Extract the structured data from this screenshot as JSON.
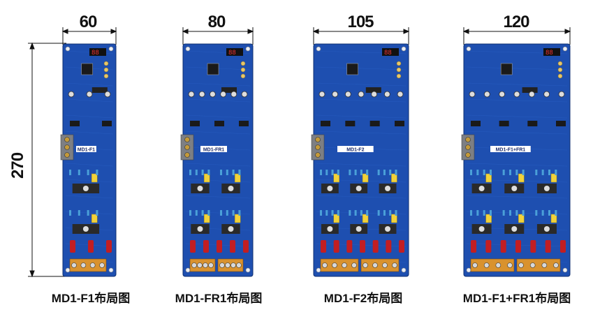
{
  "height_label": "270",
  "boards": [
    {
      "width_label": "60",
      "caption": "MD1-F1布局图",
      "board_tag": "MD1-F1"
    },
    {
      "width_label": "80",
      "caption": "MD1-FR1布局图",
      "board_tag": "MD1-FR1"
    },
    {
      "width_label": "105",
      "caption": "MD1-F2布局图",
      "board_tag": "MD1-F2"
    },
    {
      "width_label": "120",
      "caption": "MD1-F1+FR1布局图",
      "board_tag": "MD1-F1+FR1"
    }
  ],
  "colors": {
    "pcb": "#1e4fb0",
    "pcb_dark": "#173f92",
    "pcb_light": "#2b63c8",
    "capacitor_yellow": "#f1d23a",
    "capacitor_red": "#c21e22",
    "terminal_orange": "#d9922e",
    "terminal_gray": "#7d7f83",
    "heatsink": "#2a2a2a",
    "dimension_line": "#111111"
  }
}
